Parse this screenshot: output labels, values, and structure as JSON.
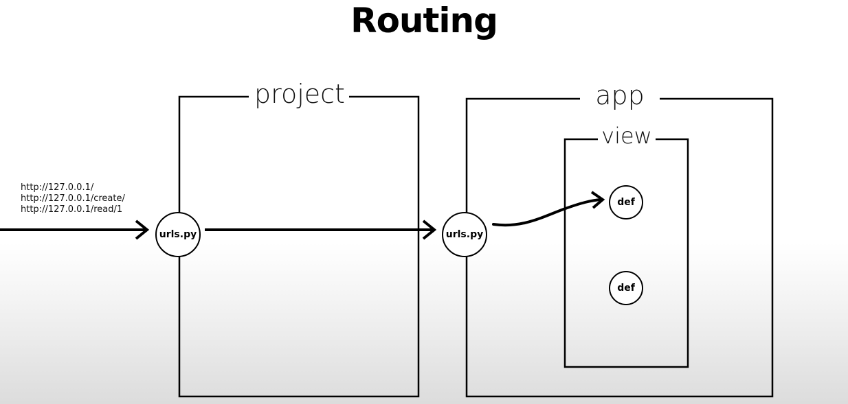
{
  "title": "Routing",
  "boxes": {
    "project": {
      "label": "project"
    },
    "app": {
      "label": "app"
    },
    "view": {
      "label": "view"
    }
  },
  "urls": [
    "http://127.0.0.1/",
    "http://127.0.0.1/create/",
    "http://127.0.0.1/read/1"
  ],
  "nodes": {
    "project_urls": "urls.py",
    "app_urls": "urls.py",
    "def_1": "def",
    "def_2": "def"
  },
  "colors": {
    "line": "#000000",
    "background_bottom": "#dcdcdc"
  }
}
